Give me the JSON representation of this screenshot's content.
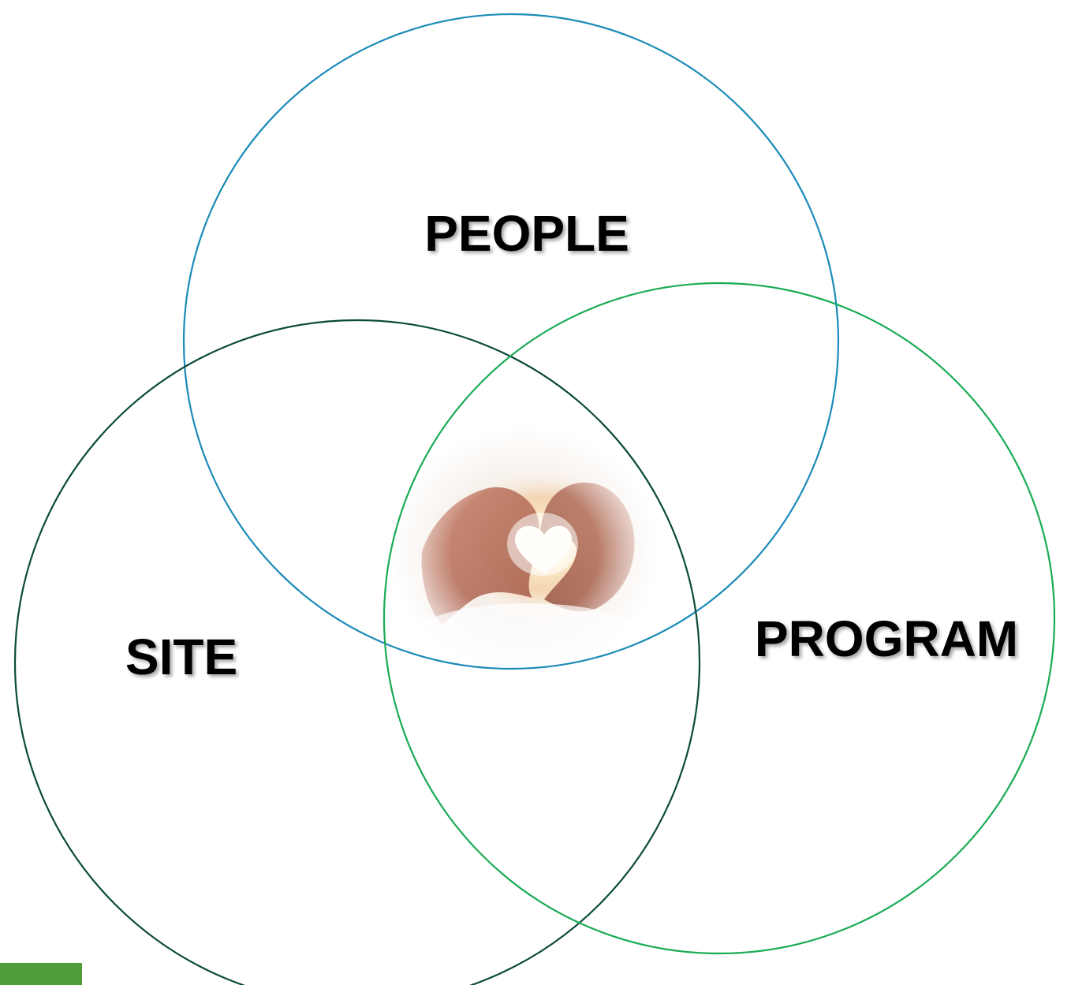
{
  "diagram": {
    "type": "venn",
    "sets": [
      {
        "id": "people",
        "label": "PEOPLE",
        "stroke": "#1b8bb8"
      },
      {
        "id": "site",
        "label": "SITE",
        "stroke": "#0b4a3c"
      },
      {
        "id": "program",
        "label": "PROGRAM",
        "stroke": "#1aab55"
      }
    ],
    "center_image": "heart-hands-image",
    "colors": {
      "people_circle": "#1b8bb8",
      "site_circle": "#0b4a3c",
      "program_circle": "#1aab55",
      "label_text": "#000000",
      "corner_bar": "#4f9d3a"
    }
  }
}
